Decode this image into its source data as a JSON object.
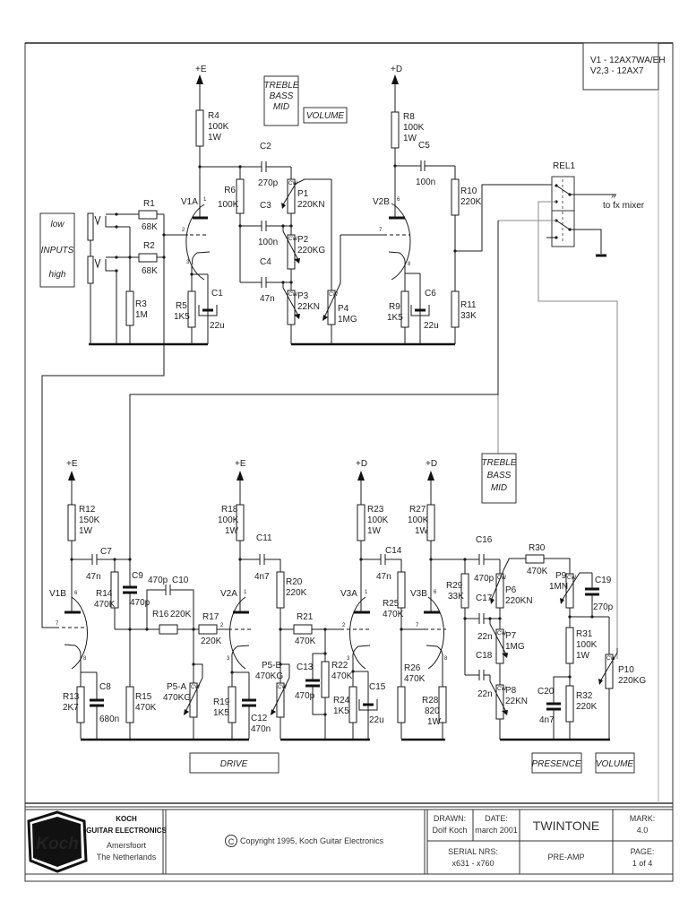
{
  "document": {
    "type": "schematic",
    "title": "TWINTONE",
    "subtitle": "PRE-AMP"
  },
  "tube_note": {
    "line1": "V1   - 12AX7WA/EH",
    "line2": "V2,3 - 12AX7"
  },
  "control_labels": {
    "top_tone": [
      "TREBLE",
      "BASS",
      "MID"
    ],
    "top_volume": "VOLUME",
    "inputs": [
      "low",
      "INPUTS",
      "high"
    ],
    "bottom_tone": [
      "TREBLE",
      "BASS",
      "MID"
    ],
    "drive": "DRIVE",
    "presence": "PRESENCE",
    "bottom_volume": "VOLUME"
  },
  "supply_rails": {
    "e": "+E",
    "d": "+D"
  },
  "tubes": {
    "V1A": {
      "name": "V1A",
      "pins": [
        "1",
        "2",
        "3"
      ]
    },
    "V2B": {
      "name": "V2B",
      "pins": [
        "6",
        "7",
        "8"
      ]
    },
    "V1B": {
      "name": "V1B",
      "pins": [
        "6",
        "7",
        "8"
      ]
    },
    "V2A": {
      "name": "V2A",
      "pins": [
        "1",
        "2",
        "3"
      ]
    },
    "V3A": {
      "name": "V3A",
      "pins": [
        "1",
        "2",
        "3"
      ]
    },
    "V3B": {
      "name": "V3B",
      "pins": [
        "6",
        "7",
        "8"
      ]
    }
  },
  "relay": {
    "name": "REL1",
    "output_label": "to fx mixer"
  },
  "components": {
    "R1": [
      "R1",
      "68K"
    ],
    "R2": [
      "R2",
      "68K"
    ],
    "R3": [
      "R3",
      "1M"
    ],
    "R4": [
      "R4",
      "100K",
      "1W"
    ],
    "R5": [
      "R5",
      "1K5"
    ],
    "R6": [
      "R6",
      "100K"
    ],
    "C1": [
      "C1",
      "22u"
    ],
    "C2": [
      "C2",
      "270p"
    ],
    "C3": [
      "C3",
      "100n"
    ],
    "C4": [
      "C4",
      "47n"
    ],
    "P1": [
      "P1",
      "220KN"
    ],
    "P2": [
      "P2",
      "220KG"
    ],
    "P3": [
      "P3",
      "22KN"
    ],
    "P4": [
      "P4",
      "1MG"
    ],
    "R8": [
      "R8",
      "100K",
      "1W"
    ],
    "C5": [
      "C5",
      "100n"
    ],
    "R9": [
      "R9",
      "1K5"
    ],
    "C6": [
      "C6",
      "22u"
    ],
    "R10": [
      "R10",
      "220K"
    ],
    "R11": [
      "R11",
      "33K"
    ],
    "R12": [
      "R12",
      "150K",
      "1W"
    ],
    "C7": [
      "C7",
      "47n"
    ],
    "R13": [
      "R13",
      "2K7"
    ],
    "C8": [
      "C8",
      "680n"
    ],
    "R14": [
      "R14",
      "470K"
    ],
    "C9": [
      "C9",
      "470p"
    ],
    "R15": [
      "R15",
      "470K"
    ],
    "C10": [
      "C10",
      "470p"
    ],
    "R16": [
      "R16",
      "220K"
    ],
    "R17": [
      "R17",
      "220K"
    ],
    "P5A": [
      "P5-A",
      "470KG"
    ],
    "R18": [
      "R18",
      "100K",
      "1W"
    ],
    "C11": [
      "C11",
      "4n7"
    ],
    "R19": [
      "R19",
      "1K5"
    ],
    "C12": [
      "C12",
      "470n"
    ],
    "R20": [
      "R20",
      "220K"
    ],
    "R21": [
      "R21",
      "470K"
    ],
    "P5B": [
      "P5-B",
      "470KG"
    ],
    "C13": [
      "C13",
      "470p"
    ],
    "R22": [
      "R22",
      "470K"
    ],
    "R24": [
      "R24",
      "1K5"
    ],
    "R23": [
      "R23",
      "100K",
      "1W"
    ],
    "C14": [
      "C14",
      "47n"
    ],
    "C15": [
      "C15",
      "22u"
    ],
    "R25": [
      "R25",
      "470K"
    ],
    "R26": [
      "R26",
      "470K"
    ],
    "R27": [
      "R27",
      "100K",
      "1W"
    ],
    "R28": [
      "R28",
      "820",
      "1W"
    ],
    "R29": [
      "R29",
      "33K"
    ],
    "C16": [
      "C16",
      "470p"
    ],
    "C17": [
      "C17",
      "22n"
    ],
    "C18": [
      "C18",
      "22n"
    ],
    "P6": [
      "P6",
      "220KN"
    ],
    "P7": [
      "P7",
      "1MG"
    ],
    "P8": [
      "P8",
      "22KN"
    ],
    "R30": [
      "R30",
      "470K"
    ],
    "P9": [
      "P9",
      "1MN"
    ],
    "C19": [
      "C19",
      "270p"
    ],
    "R31": [
      "R31",
      "100K",
      "1W"
    ],
    "R32": [
      "R32",
      "220K"
    ],
    "C20": [
      "C20",
      "4n7"
    ],
    "P10": [
      "P10",
      "220KG"
    ]
  },
  "pot_tag": "CW",
  "title_block": {
    "company_line1": "KOCH",
    "company_line2": "GUITAR ELECTRONICS",
    "city": "Amersfoort",
    "country": "The Netherlands",
    "logo_text": "Koch",
    "copyright_symbol": "©",
    "copyright": "Copyright 1995, Koch Guitar Electronics",
    "drawn_label": "DRAWN:",
    "drawn_value": "Dolf Koch",
    "date_label": "DATE:",
    "date_value": "march 2001",
    "project": "TWINTONE",
    "mark_label": "MARK:",
    "mark_value": "4.0",
    "serial_label": "SERIAL NRS:",
    "serial_value": "x631 - x760",
    "sheet_name": "PRE-AMP",
    "page_label": "PAGE:",
    "page_value": "1 of 4"
  }
}
